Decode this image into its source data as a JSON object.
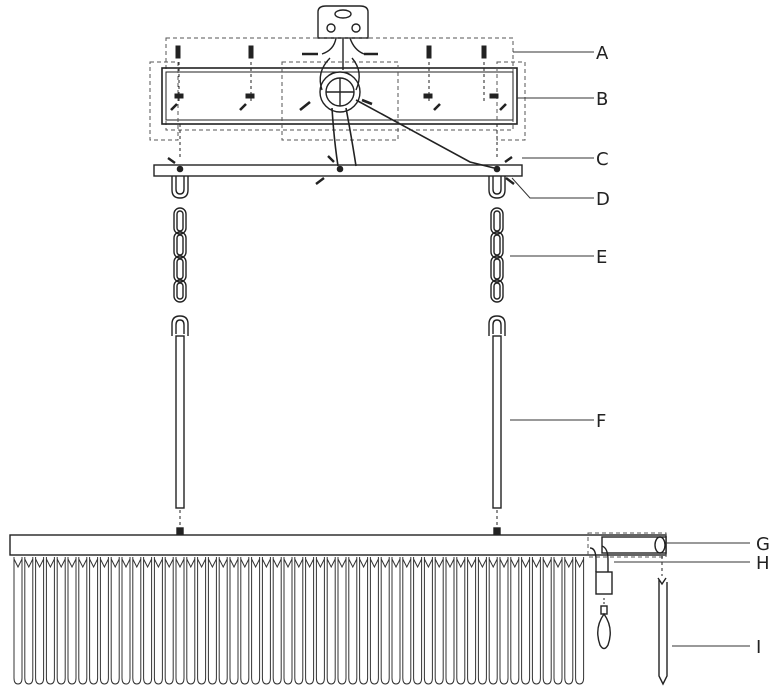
{
  "labels": [
    {
      "id": "A",
      "text": "A"
    },
    {
      "id": "B",
      "text": "B"
    },
    {
      "id": "C",
      "text": "C"
    },
    {
      "id": "D",
      "text": "D"
    },
    {
      "id": "E",
      "text": "E"
    },
    {
      "id": "F",
      "text": "F"
    },
    {
      "id": "G",
      "text": "G"
    },
    {
      "id": "H",
      "text": "H"
    },
    {
      "id": "I",
      "text": "I"
    }
  ],
  "colors": {
    "line": "#222222",
    "dashed": "#555555",
    "background": "#ffffff"
  }
}
